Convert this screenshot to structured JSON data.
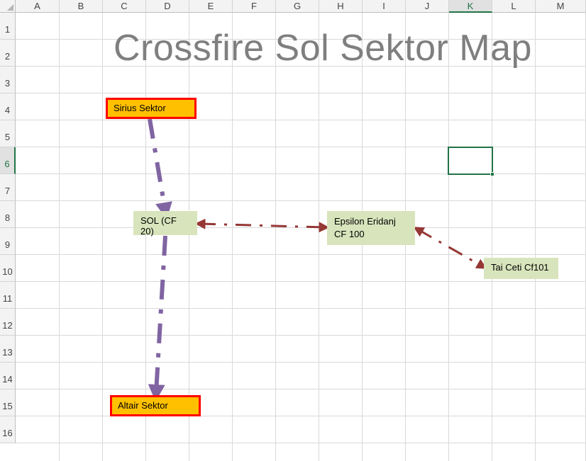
{
  "columns": [
    "A",
    "B",
    "C",
    "D",
    "E",
    "F",
    "G",
    "H",
    "I",
    "J",
    "K",
    "L",
    "M"
  ],
  "rows": [
    "1",
    "2",
    "3",
    "4",
    "5",
    "6",
    "7",
    "8",
    "9",
    "10",
    "11",
    "12",
    "13",
    "14",
    "15",
    "16"
  ],
  "selected_cell": {
    "column": "K",
    "row": "6"
  },
  "title": "Crossfire Sol Sektor Map",
  "shapes": {
    "sirius": "Sirius Sektor",
    "sol": "SOL (CF 20)",
    "epsilon_line1": "Epsilon Eridanj",
    "epsilon_line2": "CF 100",
    "tai": "Tai Ceti Cf101",
    "altair": "Altair Sektor"
  },
  "colors": {
    "orange_fill": "#ffc000",
    "red_border": "#ff0000",
    "green_fill": "#d8e4bc",
    "purple_arrow": "#8064a2",
    "dark_red_arrow": "#953735",
    "excel_green": "#217346"
  }
}
